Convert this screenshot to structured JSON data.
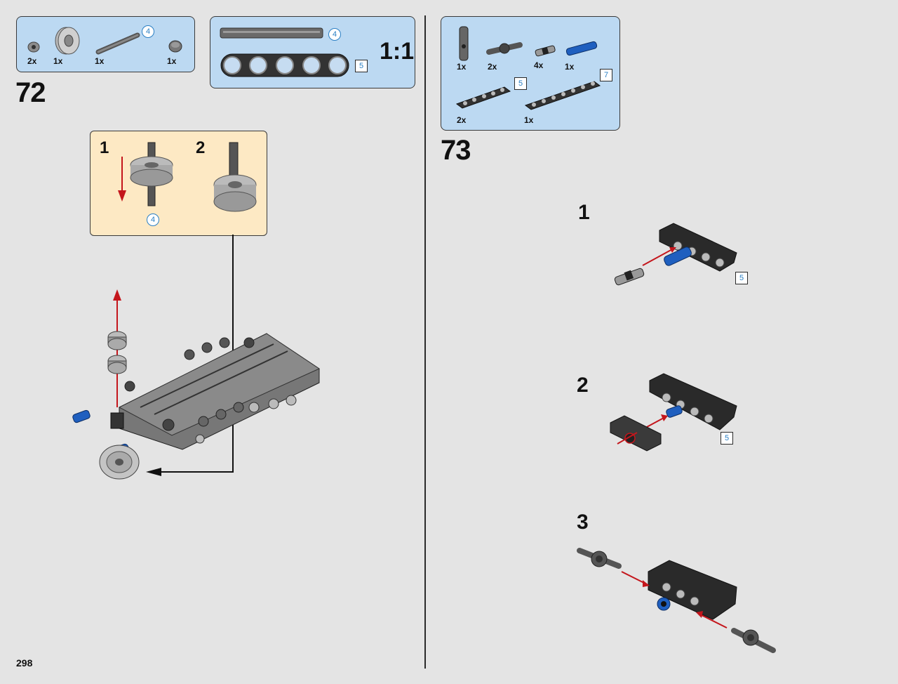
{
  "page_number": "298",
  "step72": {
    "number": "72",
    "parts": [
      {
        "qty": "2x",
        "icon": "bush-icon"
      },
      {
        "qty": "1x",
        "icon": "pulley-wheel-icon"
      },
      {
        "qty": "1x",
        "icon": "axle-icon"
      },
      {
        "qty": "1x",
        "icon": "bush-icon"
      }
    ],
    "axle_length": "4",
    "scale": {
      "label": "1:1",
      "axle_length": "4",
      "beam_length": "5"
    },
    "substep_box": {
      "steps": [
        "1",
        "2"
      ],
      "axle_length": "4"
    }
  },
  "step73": {
    "number": "73",
    "parts": [
      {
        "qty": "1x",
        "icon": "axle-connector-icon"
      },
      {
        "qty": "2x",
        "icon": "cross-block-icon"
      },
      {
        "qty": "4x",
        "icon": "pin-icon"
      },
      {
        "qty": "1x",
        "icon": "blue-pin-icon"
      },
      {
        "qty": "2x",
        "icon": "beam-icon",
        "length": "5"
      },
      {
        "qty": "1x",
        "icon": "beam-icon",
        "length": "7"
      }
    ],
    "substeps": [
      {
        "number": "1",
        "beam_length": "5"
      },
      {
        "number": "2",
        "beam_length": "5"
      },
      {
        "number": "3"
      }
    ]
  },
  "colors": {
    "background": "#e4e4e4",
    "parts_panel": "#bcd9f2",
    "substep_panel": "#fde9c4",
    "arrow": "#c4161c",
    "badge": "#2a7fc4",
    "technic_blue": "#1f5fbf"
  }
}
